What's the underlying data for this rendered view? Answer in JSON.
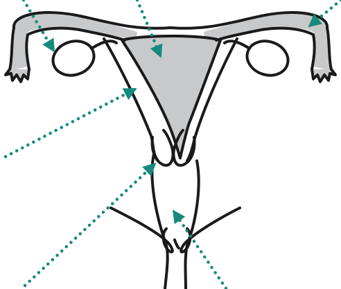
{
  "diagram": {
    "subject": "uterus-anatomy-outline",
    "colors": {
      "outline": "#1a1a1a",
      "fill_gray": "#c8c9cb",
      "background": "#ffffff",
      "pointer": "#168a7c"
    },
    "parts": [
      "left-fallopian-tube",
      "right-fallopian-tube",
      "left-ovary",
      "right-ovary",
      "left-fimbriae",
      "right-fimbriae",
      "uterine-body",
      "uterine-cavity",
      "cervix",
      "vagina",
      "labia"
    ],
    "pointers": [
      {
        "id": "pointer-fallopian-tube-left"
      },
      {
        "id": "pointer-uterine-cavity"
      },
      {
        "id": "pointer-fallopian-tube-right"
      },
      {
        "id": "pointer-uterine-wall"
      },
      {
        "id": "pointer-cervix"
      },
      {
        "id": "pointer-vaginal-opening"
      }
    ]
  }
}
